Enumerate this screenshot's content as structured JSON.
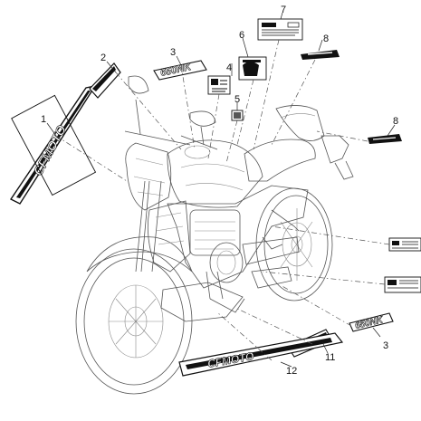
{
  "diagram": {
    "callouts": [
      {
        "id": "c1",
        "label": "1"
      },
      {
        "id": "c2",
        "label": "2"
      },
      {
        "id": "c3a",
        "label": "3"
      },
      {
        "id": "c3b",
        "label": "3"
      },
      {
        "id": "c4",
        "label": "4"
      },
      {
        "id": "c5",
        "label": "5"
      },
      {
        "id": "c6",
        "label": "6"
      },
      {
        "id": "c7",
        "label": "7"
      },
      {
        "id": "c8a",
        "label": "8"
      },
      {
        "id": "c8b",
        "label": "8"
      },
      {
        "id": "c11",
        "label": "11"
      },
      {
        "id": "c12",
        "label": "12"
      }
    ],
    "decals": {
      "tank_stripe_text": "CFMOTO",
      "side_stripe_text": "CFMOTO",
      "model_badge_text": "650NK",
      "model_badge_text_2": "650NK"
    },
    "colors": {
      "ink": "#111111",
      "line": "#555555",
      "background": "#ffffff"
    }
  }
}
